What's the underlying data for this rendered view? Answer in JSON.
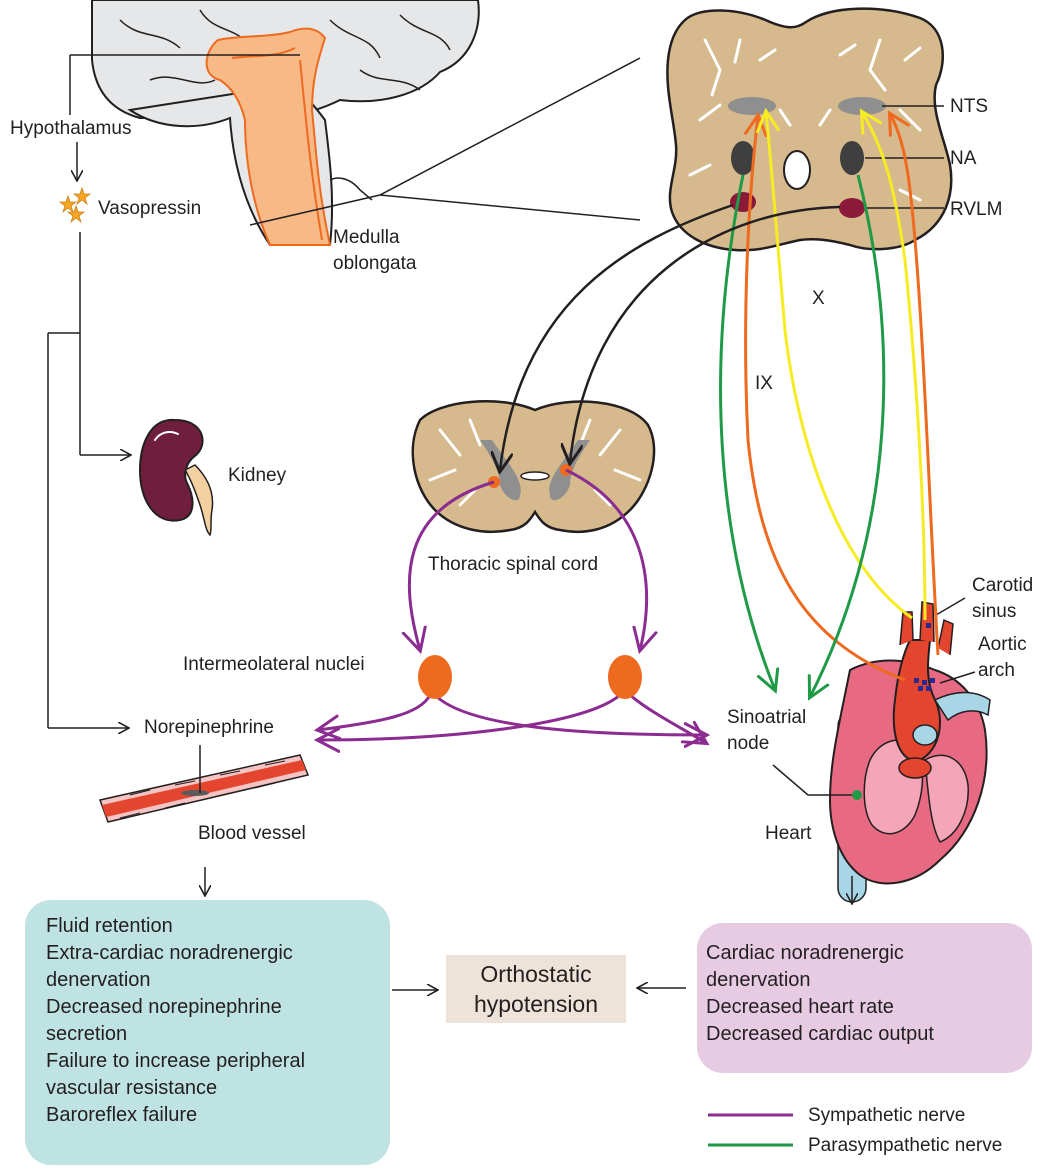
{
  "labels": {
    "hypothalamus": "Hypothalamus",
    "vasopressin": "Vasopressin",
    "medulla_line1": "Medulla",
    "medulla_line2": "oblongata",
    "nts": "NTS",
    "na": "NA",
    "rvlm": "RVLM",
    "nerve_x": "X",
    "nerve_ix": "IX",
    "kidney": "Kidney",
    "thoracic_spinal_cord": "Thoracic spinal cord",
    "intermeolateral_nuclei": "Intermeolateral nuclei",
    "norepinephrine": "Norepinephrine",
    "blood_vessel": "Blood vessel",
    "sinoatrial_line1": "Sinoatrial",
    "sinoatrial_line2": "node",
    "heart": "Heart",
    "carotid_line1": "Carotid",
    "carotid_line2": "sinus",
    "aortic_line1": "Aortic",
    "aortic_line2": "arch"
  },
  "outcome": {
    "line1": "Orthostatic",
    "line2": "hypotension"
  },
  "left_box": {
    "lines": [
      "Fluid retention",
      "Extra-cardiac noradrenergic",
      "denervation",
      "Decreased norepinephrine",
      "secretion",
      "Failure to increase peripheral",
      "vascular resistance",
      "Baroreflex failure"
    ]
  },
  "right_box": {
    "lines": [
      "Cardiac noradrenergic",
      "denervation",
      "Decreased heart rate",
      "Decreased cardiac output"
    ]
  },
  "legend": {
    "sympathetic": "Sympathetic nerve",
    "parasympathetic": "Parasympathetic nerve"
  },
  "colors": {
    "sympathetic": "#8b2c91",
    "parasympathetic": "#1f9a46",
    "afferent_orange": "#ee6a1f",
    "afferent_yellow": "#f7ec23",
    "brain_tissue": "#d6b98d",
    "left_box_bg": "#bfe3e3",
    "right_box_bg": "#e6cbe3",
    "outcome_bg": "#eee3d9"
  }
}
